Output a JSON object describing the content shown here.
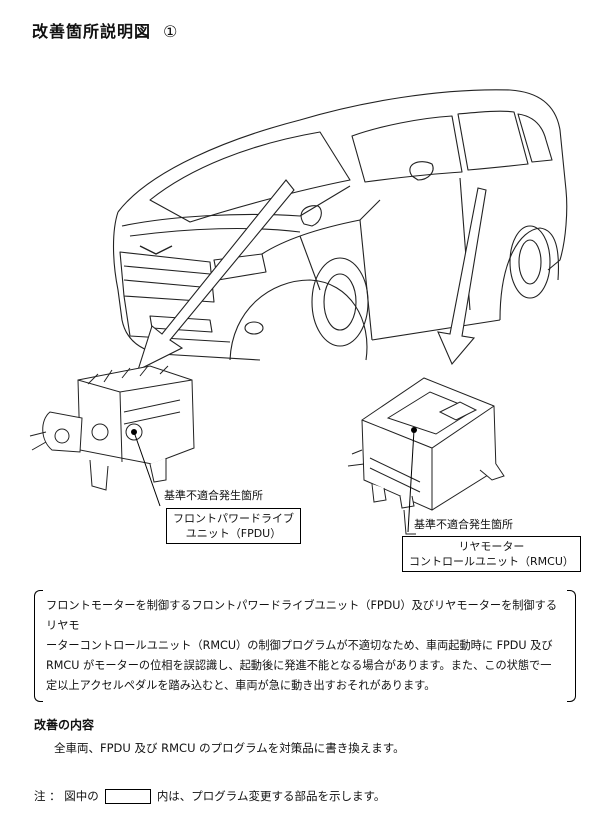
{
  "title": "改善箇所説明図",
  "title_number": "①",
  "callouts": {
    "defect_label": "基準不適合発生箇所",
    "fpdu_line1": "フロントパワードライブ",
    "fpdu_line2": "ユニット（FPDU）",
    "rmcu_line1": "リヤモーター",
    "rmcu_line2": "コントロールユニット（RMCU）"
  },
  "description": {
    "line1": "フロントモーターを制御するフロントパワードライブユニット（FPDU）及びリヤモーターを制御するリヤモ",
    "line2": "ーターコントロールユニット（RMCU）の制御プログラムが不適切なため、車両起動時に FPDU 及び",
    "line3": "RMCU がモーターの位相を誤認識し、起動後に発進不能となる場合があります。また、この状態で一",
    "line4": "定以上アクセルペダルを踏み込むと、車両が急に動き出すおそれがあります。"
  },
  "improvement": {
    "heading": "改善の内容",
    "text": "全車両、FPDU 及び RMCU のプログラムを対策品に書き換えます。"
  },
  "note": {
    "prefix": "注 ： 図中の",
    "suffix": "内は、プログラム変更する部品を示します。"
  }
}
